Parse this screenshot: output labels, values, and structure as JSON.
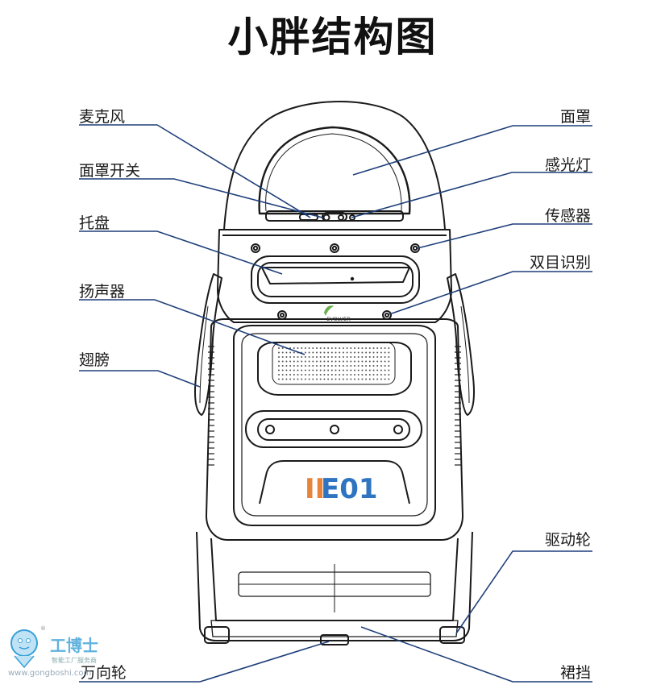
{
  "title": "小胖结构图",
  "callouts_left": [
    {
      "id": "mic",
      "label": "麦克风"
    },
    {
      "id": "visor_switch",
      "label": "面罩开关"
    },
    {
      "id": "tray",
      "label": "托盘"
    },
    {
      "id": "speaker",
      "label": "扬声器"
    },
    {
      "id": "wing",
      "label": "翅膀"
    },
    {
      "id": "caster",
      "label": "万向轮"
    }
  ],
  "callouts_right": [
    {
      "id": "visor",
      "label": "面罩"
    },
    {
      "id": "light_sensor",
      "label": "感光灯"
    },
    {
      "id": "sensor",
      "label": "传感器"
    },
    {
      "id": "binocular",
      "label": "双目识别"
    },
    {
      "id": "drive_wheel",
      "label": "驱动轮"
    },
    {
      "id": "skirt",
      "label": "裙挡"
    }
  ],
  "robot": {
    "brand_text": "EVOLVER",
    "model_prefix": "II",
    "model_text": "E01"
  },
  "watermark": {
    "cn_text": "工博士",
    "sub_text": "智能工厂服务商",
    "url_text": "www.gongboshi.com",
    "registered": "®"
  },
  "colors": {
    "line": "#1f3f7a",
    "outline": "#1a1a1a",
    "model_orange": "#e8843a",
    "model_blue": "#2f74c0",
    "brand_green": "#6ab04c",
    "watermark_blue": "#3aa0d8"
  }
}
